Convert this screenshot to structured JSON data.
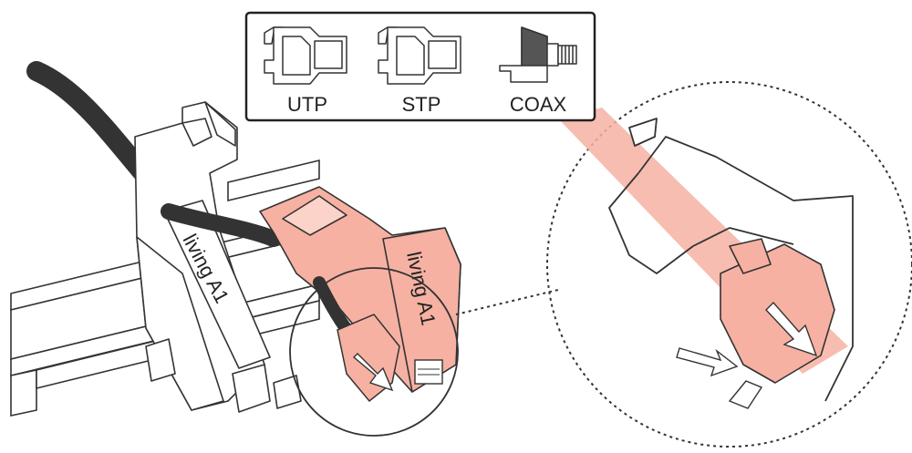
{
  "legend": {
    "items": [
      {
        "label": "UTP",
        "icon": "utp-connector-icon"
      },
      {
        "label": "STP",
        "icon": "stp-connector-icon"
      },
      {
        "label": "COAX",
        "icon": "coax-connector-icon"
      }
    ]
  },
  "labels": {
    "bracket_label": "living A1",
    "module_label": "living A1"
  },
  "colors": {
    "accent_fill": "#f6b1a2",
    "accent_stroke": "#e9927f",
    "line": "#333333",
    "cable": "#333333"
  }
}
